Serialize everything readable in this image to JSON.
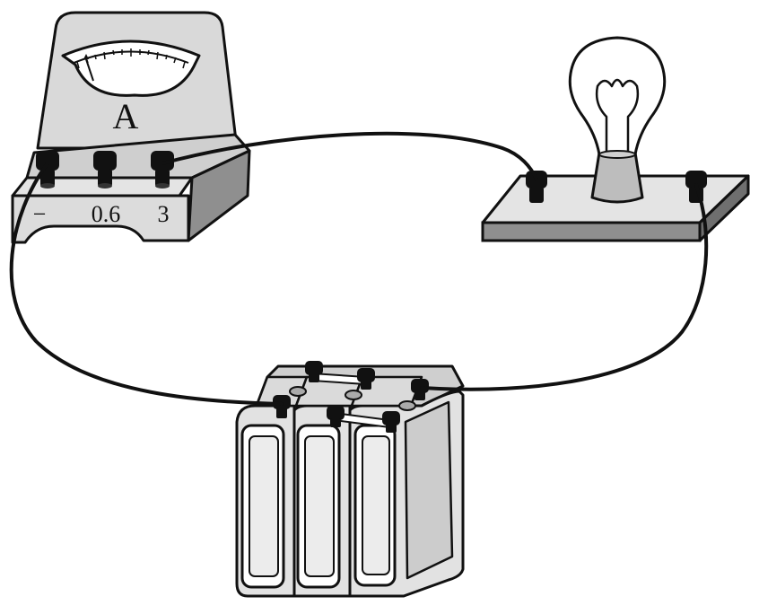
{
  "ammeter": {
    "symbol": "A",
    "terminals": [
      "−",
      "0.6",
      "3"
    ]
  },
  "colors": {
    "outline": "#111111",
    "meter_body": "#d9d9d9",
    "meter_shadow": "#8a8a8a",
    "base_top": "#e4e4e4",
    "base_side": "#8f8f8f",
    "cell_body": "#e2e2e2",
    "cell_panel": "#ececec",
    "bulb_socket": "#bdbdbd",
    "wire": "#111111"
  }
}
